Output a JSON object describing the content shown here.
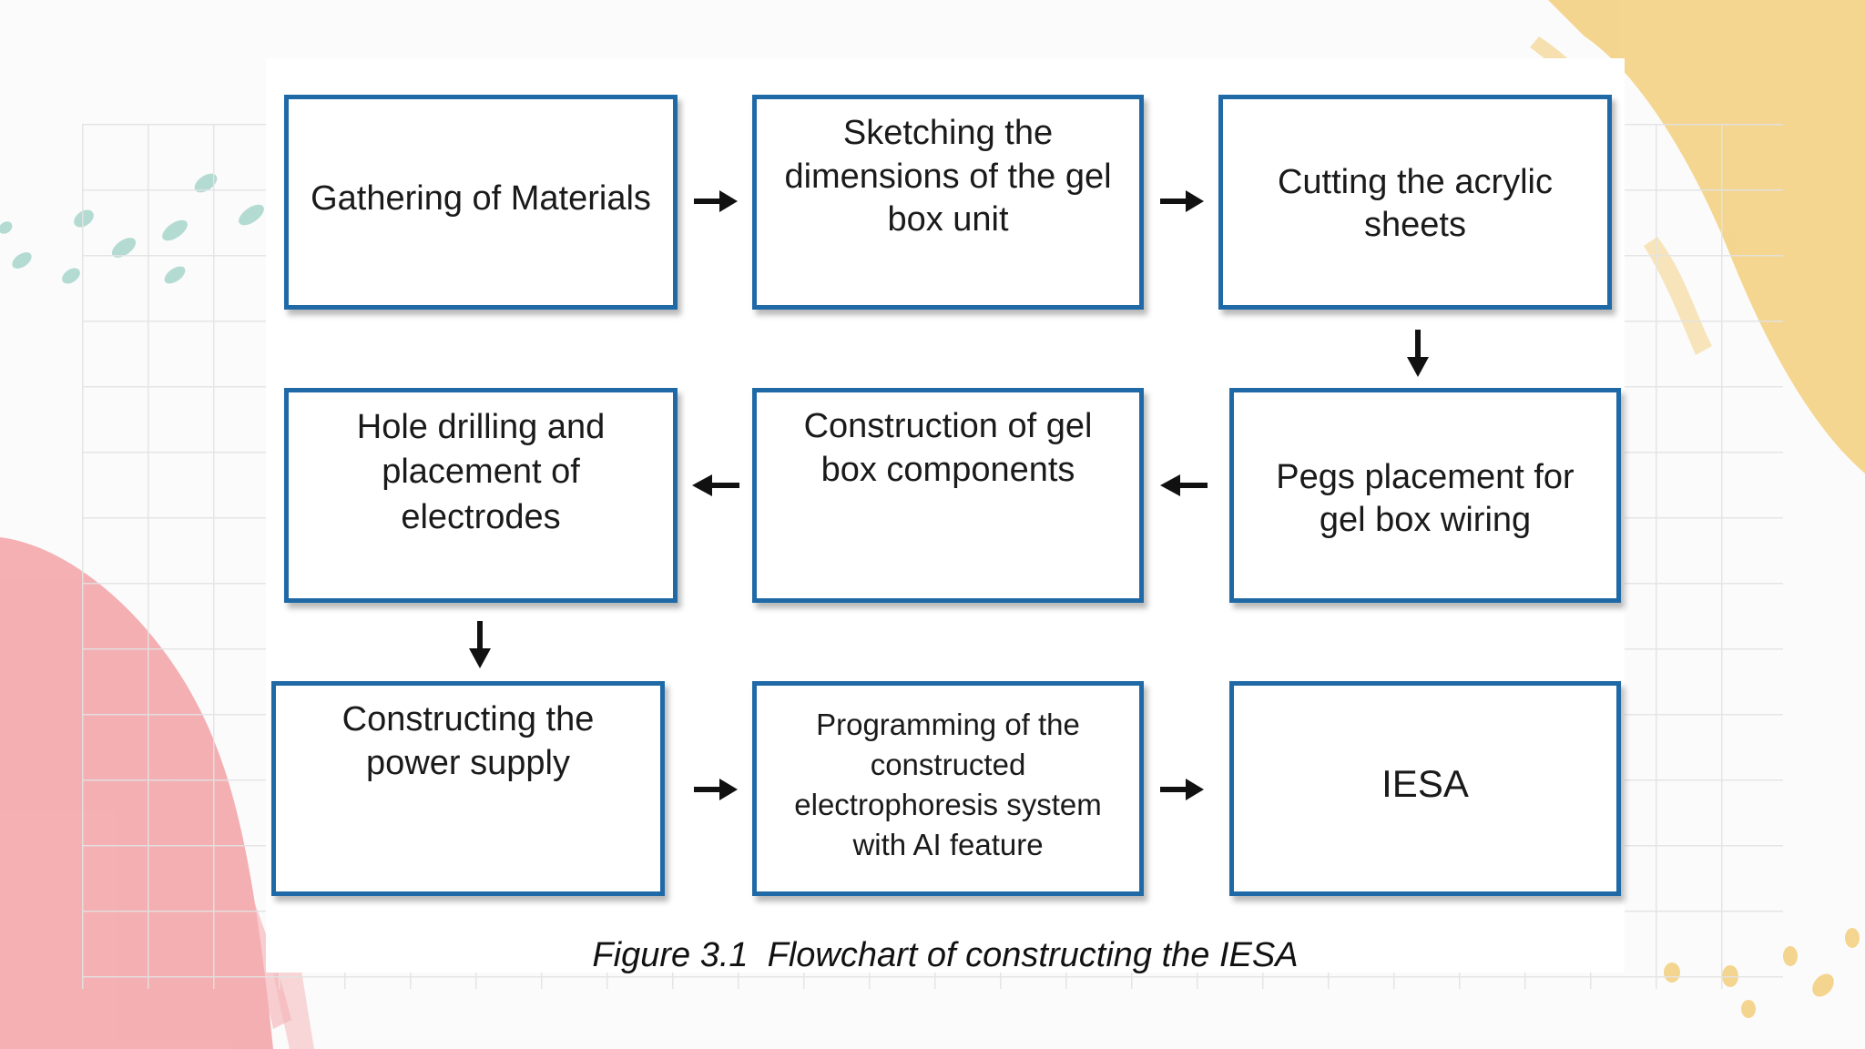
{
  "flowchart": {
    "steps": {
      "gathering": "Gathering of Materials",
      "sketching": "Sketching the dimensions of the gel box unit",
      "cutting": "Cutting the acrylic sheets",
      "pegs": "Pegs placement for gel box wiring",
      "construction": "Construction of gel box components",
      "drilling": "Hole drilling and placement of electrodes",
      "power": "Constructing the power supply",
      "programming": "Programming of the constructed electrophoresis system with AI feature",
      "iesa": "IESA"
    },
    "caption": "Figure 3.1  Flowchart of constructing the IESA"
  },
  "colors": {
    "box_border": "#1f6aa6",
    "arrow": "#111111",
    "accent_pink": "#f2a3a8",
    "accent_yellow": "#f3cf7a",
    "accent_teal": "#9fd2c8"
  }
}
